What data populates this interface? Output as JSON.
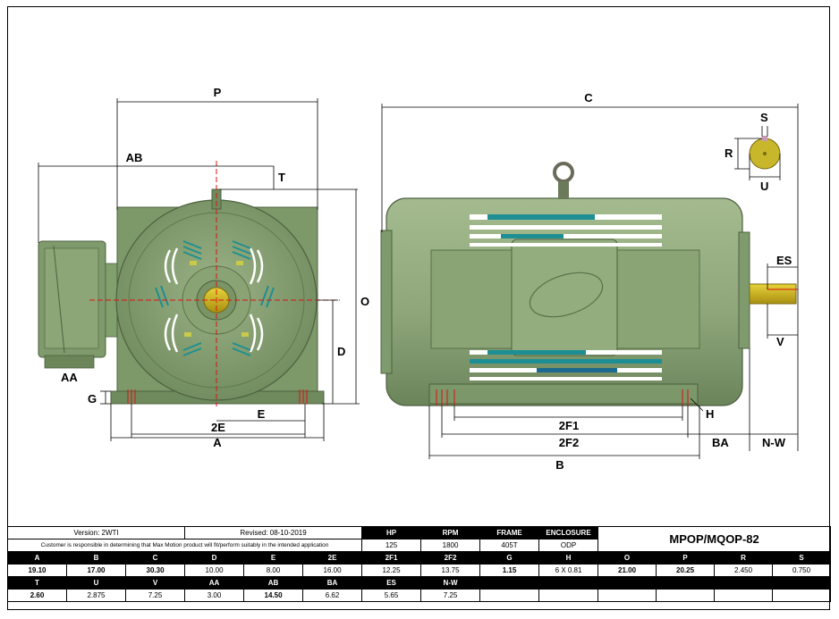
{
  "dims": {
    "P": "P",
    "AB": "AB",
    "T": "T",
    "O": "O",
    "D": "D",
    "E": "E",
    "E2": "2E",
    "A": "A",
    "AA": "AA",
    "G": "G",
    "C": "C",
    "S": "S",
    "R": "R",
    "U": "U",
    "ES": "ES",
    "V": "V",
    "F1": "2F1",
    "F2": "2F2",
    "BA": "BA",
    "NW": "N-W",
    "B": "B",
    "H": "H"
  },
  "info": {
    "version": "Version: 2WTI",
    "revised": "Revised: 08-10-2019",
    "note": "Customer is responsible in determining that Max Motion product will fit/perform suitably in the intended application",
    "model": "MPOP/MQOP-82",
    "hp_label": "HP",
    "hp": "125",
    "rpm_label": "RPM",
    "rpm": "1800",
    "frame_label": "FRAME",
    "frame": "405T",
    "enclosure_label": "ENCLOSURE",
    "enclosure": "ODP"
  },
  "row1": {
    "labels": [
      "A",
      "B",
      "C",
      "D",
      "E",
      "2E",
      "2F1",
      "2F2",
      "G",
      "H",
      "O",
      "P",
      "R",
      "S"
    ],
    "values": [
      "19.10",
      "17.00",
      "30.30",
      "10.00",
      "8.00",
      "16.00",
      "12.25",
      "13.75",
      "1.15",
      "6 X 0.81",
      "21.00",
      "20.25",
      "2.450",
      "0.750"
    ]
  },
  "row2": {
    "labels": [
      "T",
      "U",
      "V",
      "AA",
      "AB",
      "BA",
      "ES",
      "N-W",
      "",
      "",
      "",
      "",
      "",
      ""
    ],
    "values": [
      "2.60",
      "2.875",
      "7.25",
      "3.00",
      "14.50",
      "6.62",
      "5.65",
      "7.25",
      "",
      "",
      "",
      "",
      "",
      ""
    ]
  }
}
